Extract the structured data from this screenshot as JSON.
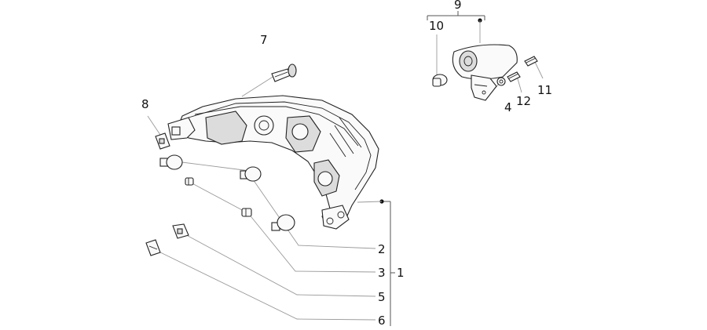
{
  "callouts": {
    "c1": "1",
    "c2": "2",
    "c3": "3",
    "c4": "4",
    "c5": "5",
    "c6": "6",
    "c7": "7",
    "c8": "8",
    "c9": "9",
    "c10": "10",
    "c11": "11",
    "c12": "12"
  },
  "colors": {
    "line": "#222222",
    "leader": "#9a9a9a",
    "background": "#ffffff"
  }
}
